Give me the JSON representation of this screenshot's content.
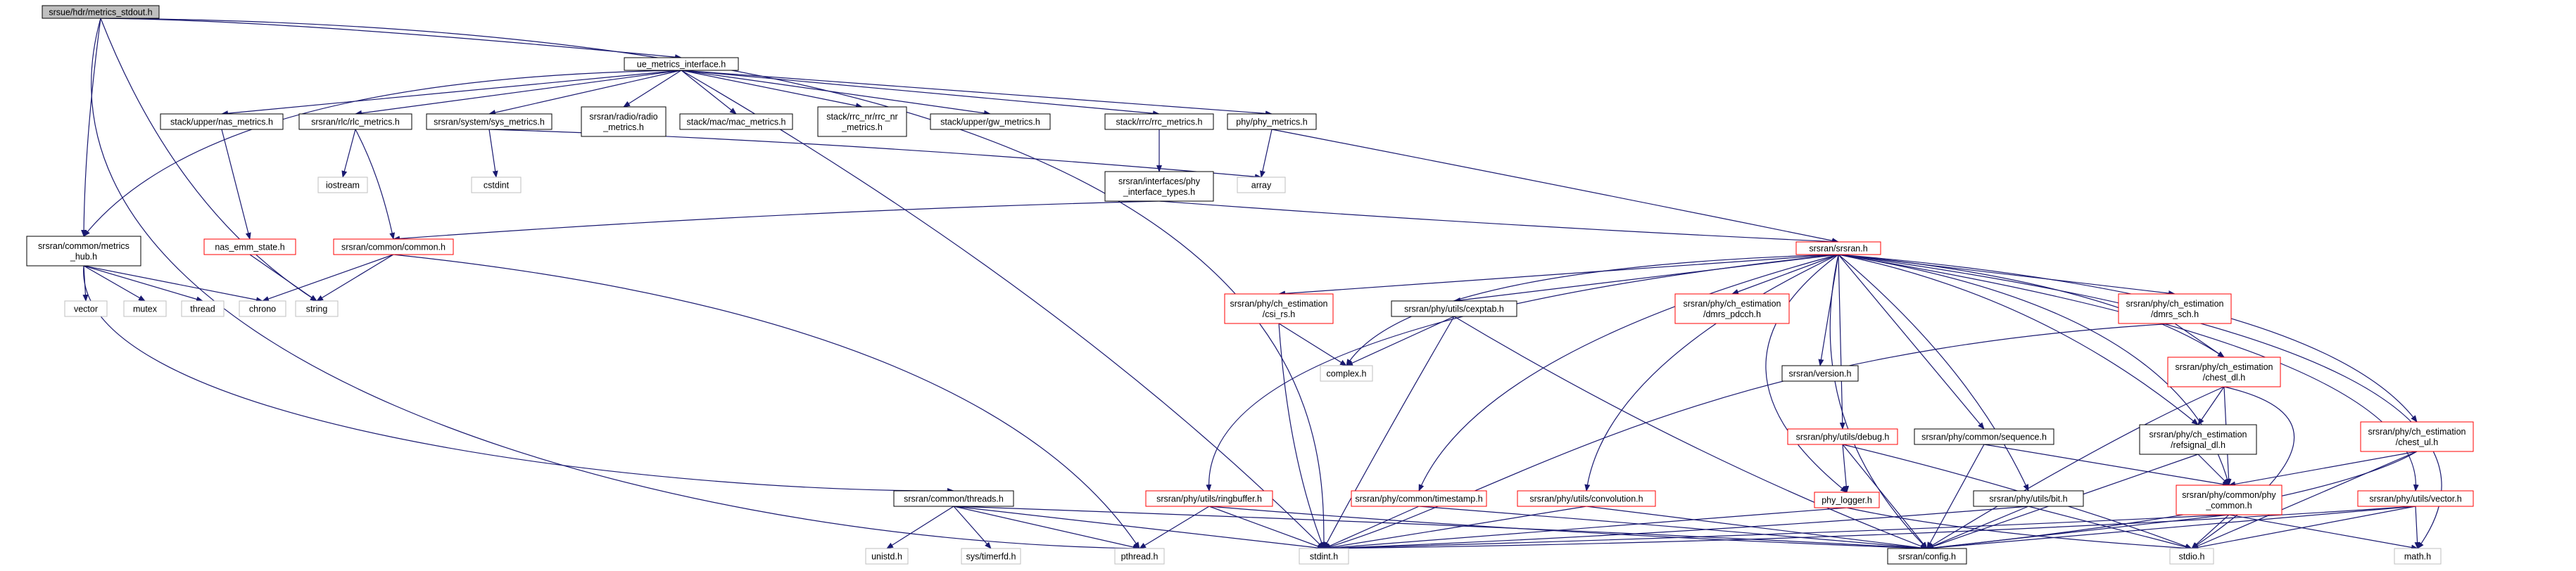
{
  "graph": {
    "root": "srsue/hdr/metrics_stdout.h",
    "colors": {
      "edge": "#191970",
      "border_normal": "#000000",
      "border_red": "#ff0000",
      "border_system": "#bfbfbf",
      "root_fill": "#bfbfbf",
      "node_fill": "#ffffff",
      "text": "#000000"
    },
    "nodes": [
      {
        "id": "n_root",
        "lines": [
          "srsue/hdr/metrics_stdout.h"
        ],
        "style": "root"
      },
      {
        "id": "n_ue_metrics_interface",
        "lines": [
          "ue_metrics_interface.h"
        ],
        "style": "normal"
      },
      {
        "id": "n_nas_metrics",
        "lines": [
          "stack/upper/nas_metrics.h"
        ],
        "style": "normal"
      },
      {
        "id": "n_rlc_metrics",
        "lines": [
          "srsran/rlc/rlc_metrics.h"
        ],
        "style": "normal"
      },
      {
        "id": "n_sys_metrics",
        "lines": [
          "srsran/system/sys_metrics.h"
        ],
        "style": "normal"
      },
      {
        "id": "n_radio_metrics",
        "lines": [
          "srsran/radio/radio",
          "_metrics.h"
        ],
        "style": "normal"
      },
      {
        "id": "n_mac_metrics",
        "lines": [
          "stack/mac/mac_metrics.h"
        ],
        "style": "normal"
      },
      {
        "id": "n_rrc_nr_metrics",
        "lines": [
          "stack/rrc_nr/rrc_nr",
          "_metrics.h"
        ],
        "style": "normal"
      },
      {
        "id": "n_gw_metrics",
        "lines": [
          "stack/upper/gw_metrics.h"
        ],
        "style": "normal"
      },
      {
        "id": "n_rrc_metrics",
        "lines": [
          "stack/rrc/rrc_metrics.h"
        ],
        "style": "normal"
      },
      {
        "id": "n_phy_metrics",
        "lines": [
          "phy/phy_metrics.h"
        ],
        "style": "normal"
      },
      {
        "id": "n_metrics_hub",
        "lines": [
          "srsran/common/metrics",
          "_hub.h"
        ],
        "style": "normal"
      },
      {
        "id": "n_iostream",
        "lines": [
          "iostream"
        ],
        "style": "system"
      },
      {
        "id": "n_cstdint",
        "lines": [
          "cstdint"
        ],
        "style": "system"
      },
      {
        "id": "n_array",
        "lines": [
          "array"
        ],
        "style": "system"
      },
      {
        "id": "n_phy_interface_types",
        "lines": [
          "srsran/interfaces/phy",
          "_interface_types.h"
        ],
        "style": "normal"
      },
      {
        "id": "n_nas_emm_state",
        "lines": [
          "nas_emm_state.h"
        ],
        "style": "red"
      },
      {
        "id": "n_common",
        "lines": [
          "srsran/common/common.h"
        ],
        "style": "red"
      },
      {
        "id": "n_srsran",
        "lines": [
          "srsran/srsran.h"
        ],
        "style": "red"
      },
      {
        "id": "n_vector",
        "lines": [
          "vector"
        ],
        "style": "system"
      },
      {
        "id": "n_mutex",
        "lines": [
          "mutex"
        ],
        "style": "system"
      },
      {
        "id": "n_thread",
        "lines": [
          "thread"
        ],
        "style": "system"
      },
      {
        "id": "n_chrono",
        "lines": [
          "chrono"
        ],
        "style": "system"
      },
      {
        "id": "n_string",
        "lines": [
          "string"
        ],
        "style": "system"
      },
      {
        "id": "n_csi_rs",
        "lines": [
          "srsran/phy/ch_estimation",
          "/csi_rs.h"
        ],
        "style": "red"
      },
      {
        "id": "n_cexptab",
        "lines": [
          "srsran/phy/utils/cexptab.h"
        ],
        "style": "normal"
      },
      {
        "id": "n_dmrs_pdcch",
        "lines": [
          "srsran/phy/ch_estimation",
          "/dmrs_pdcch.h"
        ],
        "style": "red"
      },
      {
        "id": "n_dmrs_sch",
        "lines": [
          "srsran/phy/ch_estimation",
          "/dmrs_sch.h"
        ],
        "style": "red"
      },
      {
        "id": "n_complex",
        "lines": [
          "complex.h"
        ],
        "style": "system"
      },
      {
        "id": "n_version",
        "lines": [
          "srsran/version.h"
        ],
        "style": "normal"
      },
      {
        "id": "n_chest_dl",
        "lines": [
          "srsran/phy/ch_estimation",
          "/chest_dl.h"
        ],
        "style": "red"
      },
      {
        "id": "n_refsignal_dl",
        "lines": [
          "srsran/phy/ch_estimation",
          "/refsignal_dl.h"
        ],
        "style": "normal"
      },
      {
        "id": "n_debug",
        "lines": [
          "srsran/phy/utils/debug.h"
        ],
        "style": "red"
      },
      {
        "id": "n_sequence",
        "lines": [
          "srsran/phy/common/sequence.h"
        ],
        "style": "normal"
      },
      {
        "id": "n_chest_ul",
        "lines": [
          "srsran/phy/ch_estimation",
          "/chest_ul.h"
        ],
        "style": "red"
      },
      {
        "id": "n_phy_logger",
        "lines": [
          "phy_logger.h"
        ],
        "style": "red"
      },
      {
        "id": "n_threads",
        "lines": [
          "srsran/common/threads.h"
        ],
        "style": "normal"
      },
      {
        "id": "n_ringbuffer",
        "lines": [
          "srsran/phy/utils/ringbuffer.h"
        ],
        "style": "red"
      },
      {
        "id": "n_timestamp",
        "lines": [
          "srsran/phy/common/timestamp.h"
        ],
        "style": "red"
      },
      {
        "id": "n_convolution",
        "lines": [
          "srsran/phy/utils/convolution.h"
        ],
        "style": "red"
      },
      {
        "id": "n_bit",
        "lines": [
          "srsran/phy/utils/bit.h"
        ],
        "style": "normal"
      },
      {
        "id": "n_phy_common",
        "lines": [
          "srsran/phy/common/phy",
          "_common.h"
        ],
        "style": "red"
      },
      {
        "id": "n_vector_h",
        "lines": [
          "srsran/phy/utils/vector.h"
        ],
        "style": "red"
      },
      {
        "id": "n_unistd",
        "lines": [
          "unistd.h"
        ],
        "style": "system"
      },
      {
        "id": "n_timerfd",
        "lines": [
          "sys/timerfd.h"
        ],
        "style": "system"
      },
      {
        "id": "n_pthread",
        "lines": [
          "pthread.h"
        ],
        "style": "system"
      },
      {
        "id": "n_stdint",
        "lines": [
          "stdint.h"
        ],
        "style": "system"
      },
      {
        "id": "n_config",
        "lines": [
          "srsran/config.h"
        ],
        "style": "normal"
      },
      {
        "id": "n_stdio",
        "lines": [
          "stdio.h"
        ],
        "style": "system"
      },
      {
        "id": "n_math",
        "lines": [
          "math.h"
        ],
        "style": "system"
      }
    ]
  }
}
